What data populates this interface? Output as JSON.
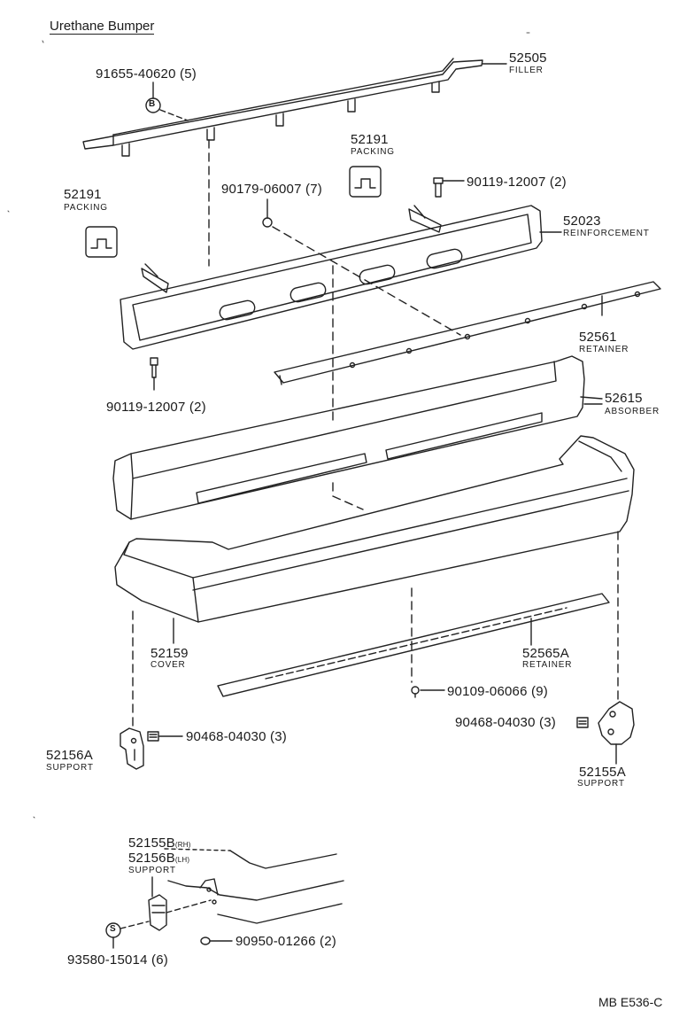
{
  "title": "Urethane Bumper",
  "diagram_code": "MB E536-C",
  "parts": {
    "p52505": {
      "number": "52505",
      "name": "FILLER"
    },
    "p52191a": {
      "number": "52191",
      "name": "PACKING"
    },
    "p52191b": {
      "number": "52191",
      "name": "PACKING"
    },
    "p52023": {
      "number": "52023",
      "name": "REINFORCEMENT"
    },
    "p52561": {
      "number": "52561",
      "name": "RETAINER"
    },
    "p52615": {
      "number": "52615",
      "name": "ABSORBER"
    },
    "p52159": {
      "number": "52159",
      "name": "COVER"
    },
    "p52565A": {
      "number": "52565A",
      "name": "RETAINER"
    },
    "p52156A": {
      "number": "52156A",
      "name": "SUPPORT"
    },
    "p52155A": {
      "number": "52155A",
      "name": "SUPPORT"
    },
    "p52155B": {
      "number": "52155B",
      "side": "(RH)"
    },
    "p52156B": {
      "number": "52156B",
      "side": "(LH)",
      "name": "SUPPORT"
    }
  },
  "fasteners": {
    "f91655": {
      "number": "91655-40620",
      "qty": "(5)",
      "marker": "B"
    },
    "f90179": {
      "number": "90179-06007",
      "qty": "(7)"
    },
    "f90119a": {
      "number": "90119-12007",
      "qty": "(2)"
    },
    "f90119b": {
      "number": "90119-12007",
      "qty": "(2)"
    },
    "f90109": {
      "number": "90109-06066",
      "qty": "(9)"
    },
    "f90468a": {
      "number": "90468-04030",
      "qty": "(3)"
    },
    "f90468b": {
      "number": "90468-04030",
      "qty": "(3)"
    },
    "f90950": {
      "number": "90950-01266",
      "qty": "(2)"
    },
    "f93580": {
      "number": "93580-15014",
      "qty": "(6)",
      "marker": "S"
    }
  }
}
